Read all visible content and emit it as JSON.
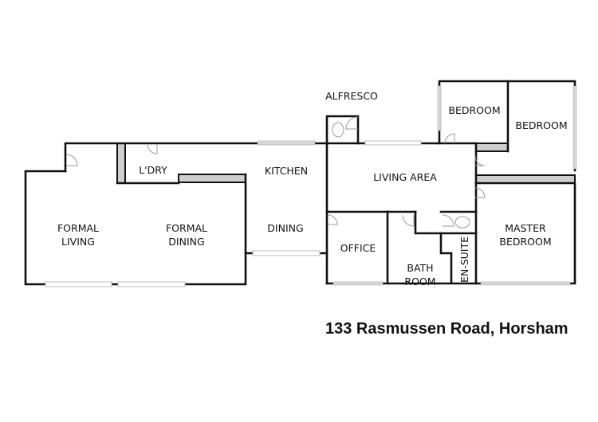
{
  "plan": {
    "address": "133 Rasmussen Road, Horsham",
    "rooms": {
      "alfresco": "ALFRESCO",
      "bedroom_1": "BEDROOM",
      "bedroom_2": "BEDROOM",
      "laundry": "L'DRY",
      "kitchen": "KITCHEN",
      "living_area": "LIVING AREA",
      "formal_living": [
        "FORMAL",
        "LIVING"
      ],
      "formal_dining": [
        "FORMAL",
        "DINING"
      ],
      "dining": "DINING",
      "office": "OFFICE",
      "bathroom": [
        "BATH",
        "ROOM"
      ],
      "ensuite": "EN-SUITE",
      "master_bedroom": [
        "MASTER",
        "BEDROOM"
      ]
    }
  }
}
